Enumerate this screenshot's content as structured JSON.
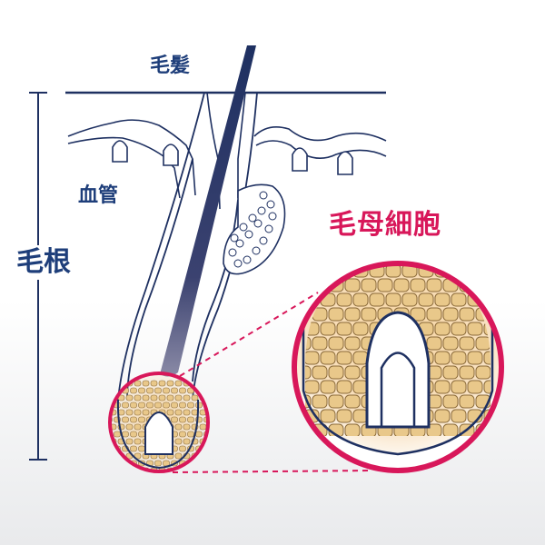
{
  "labels": {
    "hair": "毛髪",
    "blood_vessel": "血管",
    "hair_matrix_cells": "毛母細胞",
    "hair_root": "毛根"
  },
  "colors": {
    "navy": "#1e3061",
    "label_blue": "#1e3e7a",
    "magenta": "#d8175a",
    "cell_fill": "#e9c88a",
    "cell_edge": "#8a6a3a",
    "matrix_glow": "#f3c98f"
  }
}
